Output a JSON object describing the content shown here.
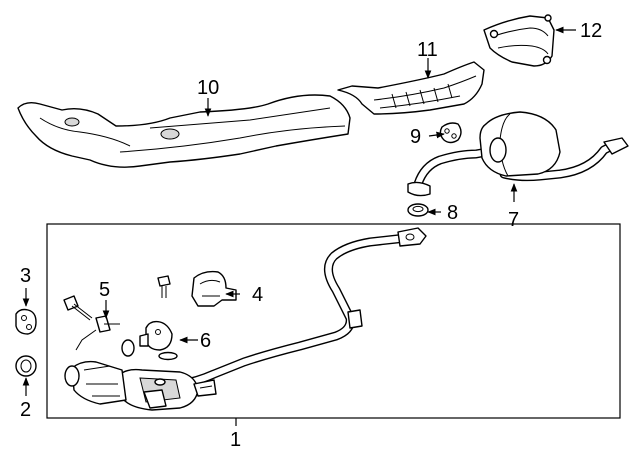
{
  "callouts": {
    "c1": "1",
    "c2": "2",
    "c3": "3",
    "c4": "4",
    "c5": "5",
    "c6": "6",
    "c7": "7",
    "c8": "8",
    "c9": "9",
    "c10": "10",
    "c11": "11",
    "c12": "12"
  },
  "parts": {
    "p1": "exhaust-pipe-assembly",
    "p2": "gasket",
    "p3": "hanger",
    "p4": "sensor-bracket",
    "p5": "oxygen-sensor-bolt",
    "p6": "oxygen-sensor",
    "p7": "muffler",
    "p8": "gasket-ring",
    "p9": "rubber-hanger",
    "p10": "front-heat-shield",
    "p11": "center-heat-shield",
    "p12": "rear-heat-shield"
  }
}
